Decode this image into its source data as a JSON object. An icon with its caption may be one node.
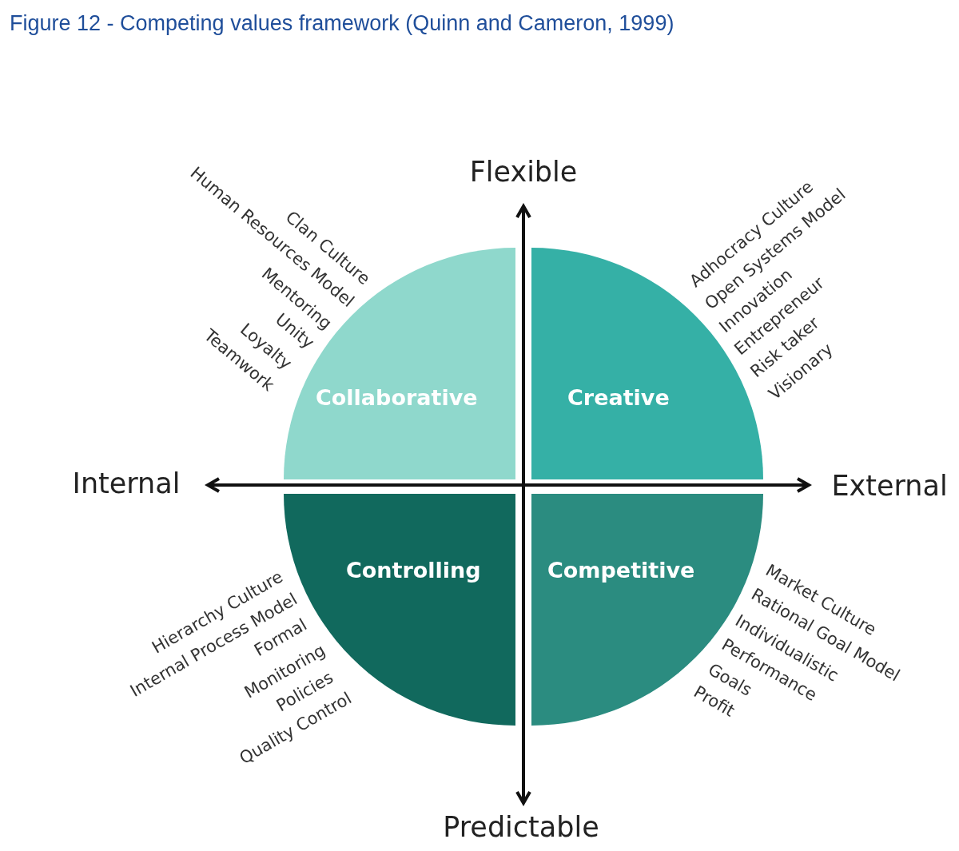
{
  "diagram": {
    "title": "Figure 12 - Competing values framework (Quinn and Cameron, 1999)",
    "nodes": [
      {
        "text": [
          "Collaborative"
        ],
        "beside": [
          "Clan Culture",
          "Human Resources Model",
          "Mentoring",
          "Unity",
          "Loyalty",
          "Teamwork"
        ]
      },
      {
        "text": [
          "Creative"
        ],
        "beside": [
          "Adhocracy Culture",
          "Open Systems Model",
          "Innovation",
          "Entrepreneur",
          "Risk taker",
          "Visionary"
        ]
      },
      {
        "text": [
          "Controlling"
        ],
        "beside": [
          "Hierarchy Culture",
          "Internal Process Model",
          "Formal",
          "Monitoring",
          "Policies",
          "Quality Control"
        ]
      },
      {
        "text": [
          "Competitive"
        ],
        "beside": [
          "Market Culture",
          "Rational Goal Model",
          "Individualistic",
          "Performance",
          "Goals",
          "Profit"
        ]
      }
    ],
    "labels": [
      "Flexible",
      "Internal",
      "External",
      "Predictable"
    ]
  }
}
